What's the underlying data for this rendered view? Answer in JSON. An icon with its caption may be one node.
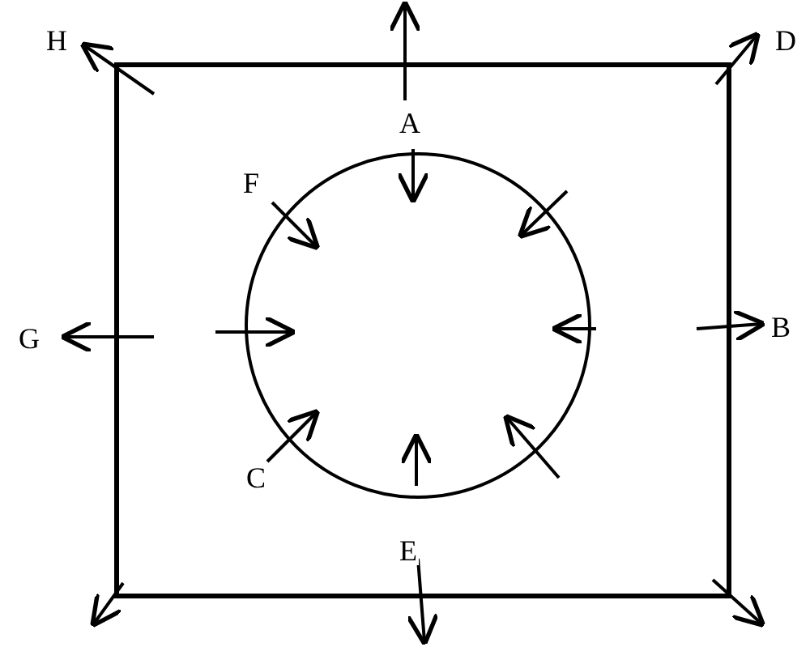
{
  "diagram": {
    "labels": [
      "H",
      "D",
      "A",
      "F",
      "G",
      "B",
      "C",
      "E"
    ]
  }
}
